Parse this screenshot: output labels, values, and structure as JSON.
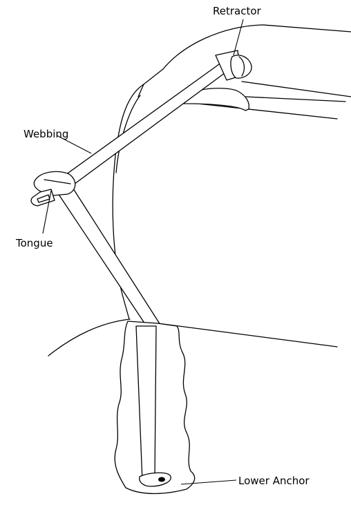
{
  "labels": {
    "retractor": "Retractor",
    "webbing": "Webbing",
    "tongue": "Tongue",
    "lower_anchor": "Lower Anchor"
  },
  "colors": {
    "ink": "#000000",
    "background": "#ffffff",
    "anchor_hole": "#000000"
  }
}
